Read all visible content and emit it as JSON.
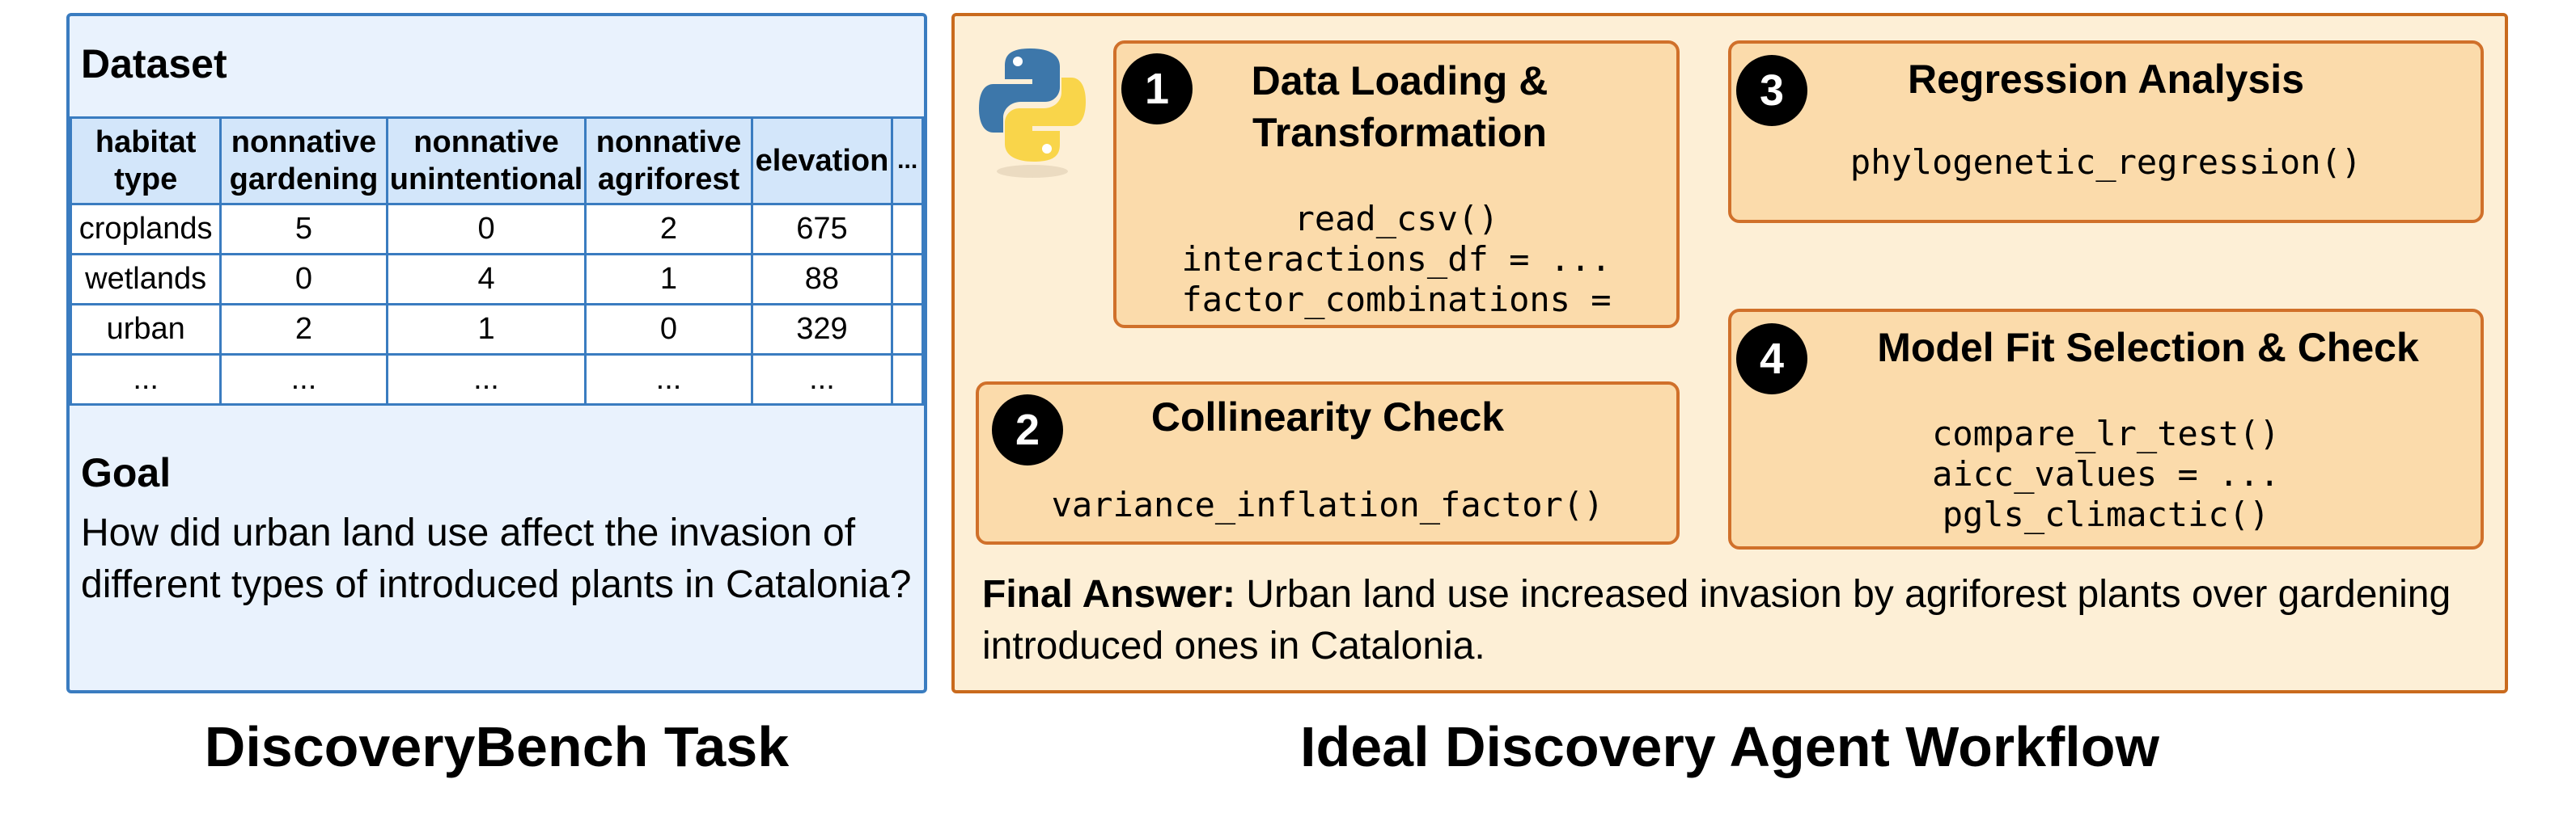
{
  "task_panel": {
    "dataset_title": "Dataset",
    "table": {
      "headers": [
        [
          "habitat",
          "type"
        ],
        [
          "nonnative",
          "gardening"
        ],
        [
          "nonnative",
          "unintentional"
        ],
        [
          "nonnative",
          "agriforest"
        ],
        [
          "elevation"
        ],
        [
          "..."
        ]
      ],
      "rows": [
        [
          "croplands",
          "5",
          "0",
          "2",
          "675",
          ""
        ],
        [
          "wetlands",
          "0",
          "4",
          "1",
          "88",
          ""
        ],
        [
          "urban",
          "2",
          "1",
          "0",
          "329",
          ""
        ],
        [
          "...",
          "...",
          "...",
          "...",
          "...",
          ""
        ]
      ]
    },
    "goal_title": "Goal",
    "goal_text": "How did urban land use affect the invasion of different types of introduced plants in Catalonia?",
    "caption": "DiscoveryBench Task"
  },
  "workflow_panel": {
    "logo_icon": "python-logo-icon",
    "steps": [
      {
        "number": "1",
        "title_lines": [
          "Data Loading &",
          "Transformation"
        ],
        "code": "read_csv()\ninteractions_df = ...\nfactor_combinations ="
      },
      {
        "number": "2",
        "title_lines": [
          "Collinearity Check"
        ],
        "code": "variance_inflation_factor()"
      },
      {
        "number": "3",
        "title_lines": [
          "Regression Analysis"
        ],
        "code": "phylogenetic_regression()"
      },
      {
        "number": "4",
        "title_lines": [
          "Model Fit Selection & Check"
        ],
        "code": "compare_lr_test()\naicc_values = ...\npgls_climactic()"
      }
    ],
    "final_answer_label": "Final Answer:",
    "final_answer_text": " Urban land use increased invasion by agriforest plants over gardening introduced ones in Catalonia.",
    "caption": "Ideal Discovery Agent Workflow"
  },
  "colors": {
    "task_border": "#3a7cc0",
    "task_fill": "#e9f2fd",
    "table_header_fill": "#d3e6fa",
    "workflow_border": "#c96a1d",
    "workflow_fill": "#fdefd6",
    "step_fill": "#fbdbab",
    "python_blue": "#3d77aa",
    "python_yellow": "#f9d54a"
  }
}
